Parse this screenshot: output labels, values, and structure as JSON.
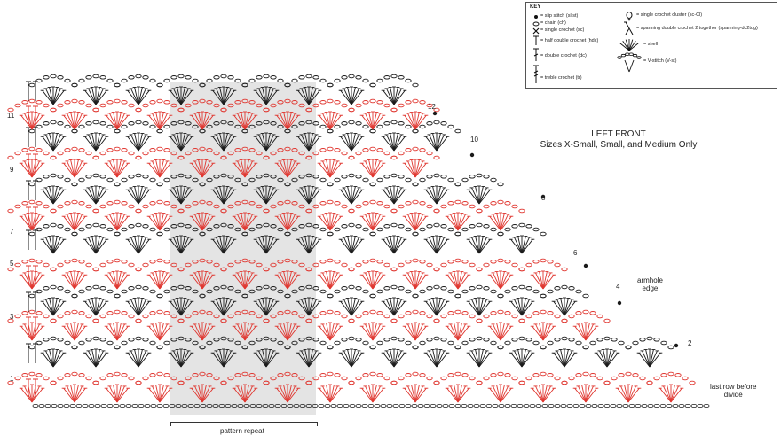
{
  "title": "LEFT FRONT",
  "subtitle": "Sizes X-Small, Small, and Medium Only",
  "key": {
    "heading": "KEY",
    "items": [
      {
        "symbol": "slip-stitch",
        "label": "= slip stitch (sl st)"
      },
      {
        "symbol": "chain",
        "label": "= chain (ch)"
      },
      {
        "symbol": "single-crochet",
        "label": "= single crochet (sc)"
      },
      {
        "symbol": "half-double-crochet",
        "label": "= half double crochet (hdc)"
      },
      {
        "symbol": "double-crochet",
        "label": "= double crochet (dc)"
      },
      {
        "symbol": "treble-crochet",
        "label": "= treble crochet (tr)"
      },
      {
        "symbol": "single-crochet-cluster",
        "label": "= single crochet cluster (sc-Cl)"
      },
      {
        "symbol": "spanning-dc2tog",
        "label": "= spanning double crochet 2 together (spanning-dc2tog)"
      },
      {
        "symbol": "shell",
        "label": "= shell"
      },
      {
        "symbol": "v-stitch",
        "label": "= V-stitch (V-st)"
      }
    ]
  },
  "row_numbers_left": [
    "1",
    "3",
    "5",
    "7",
    "9",
    "11"
  ],
  "row_numbers_right": [
    "2",
    "4",
    "6",
    "8",
    "10",
    "12"
  ],
  "annotations": {
    "armhole": "armhole\nedge",
    "last_row": "last row before\ndivide",
    "pattern_repeat": "pattern repeat"
  },
  "colors": {
    "red": "#e0362f",
    "black": "#1a1a1a",
    "repeat_shade": "#e4e4e4"
  }
}
